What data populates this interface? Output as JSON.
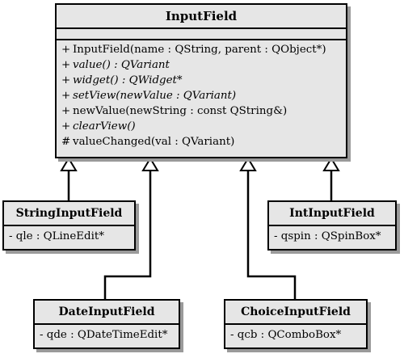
{
  "base_class": {
    "name": "InputField",
    "operations": [
      {
        "vis": "+",
        "text": "InputField(name : QString, parent : QObject*)",
        "abstract": false
      },
      {
        "vis": "+",
        "text": "value() : QVariant",
        "abstract": true
      },
      {
        "vis": "+",
        "text": "widget() : QWidget*",
        "abstract": true
      },
      {
        "vis": "+",
        "text": "setView(newValue : QVariant)",
        "abstract": true
      },
      {
        "vis": "+",
        "text": "newValue(newString : const QString&)",
        "abstract": false
      },
      {
        "vis": "+",
        "text": "clearView()",
        "abstract": true
      },
      {
        "vis": "#",
        "text": "valueChanged(val : QVariant)",
        "abstract": false
      }
    ]
  },
  "subclasses": {
    "string": {
      "name": "StringInputField",
      "attribute": "- qle : QLineEdit*"
    },
    "int": {
      "name": "IntInputField",
      "attribute": "- qspin : QSpinBox*"
    },
    "date": {
      "name": "DateInputField",
      "attribute": "- qde : QDateTimeEdit*"
    },
    "choice": {
      "name": "ChoiceInputField",
      "attribute": "- qcb : QComboBox*"
    }
  }
}
